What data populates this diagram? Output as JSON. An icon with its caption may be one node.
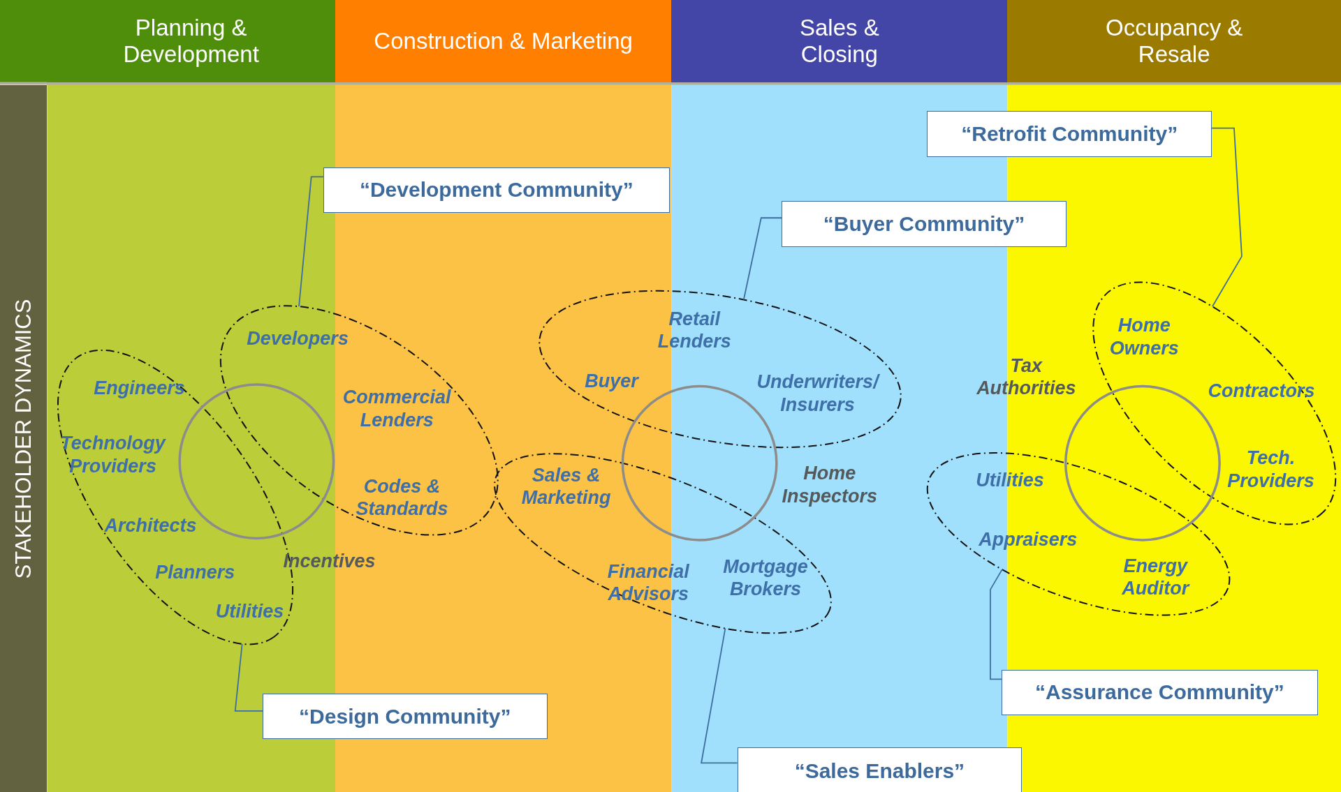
{
  "diagram": {
    "nodes": [
      {
        "text": [
          "Planning & Development"
        ]
      },
      {
        "text": [
          "Construction & Marketing"
        ]
      },
      {
        "text": [
          "Sales & Closing"
        ]
      },
      {
        "text": [
          "Occupancy & Resale"
        ]
      },
      {
        "text": [
          "STAKEHOLDER DYNAMICS"
        ]
      },
      {
        "text": [
          "“Development Community”"
        ]
      },
      {
        "text": [
          "“Retrofit Community”"
        ]
      },
      {
        "text": [
          "“Buyer Community”"
        ]
      },
      {
        "text": [
          "“Design Community”"
        ]
      },
      {
        "text": [
          "“Assurance Community”"
        ]
      },
      {
        "text": [
          "“Sales Enablers”"
        ]
      },
      {
        "text": [],
        "shape": "ellipse"
      },
      {
        "text": [],
        "shape": "ellipse"
      },
      {
        "text": [],
        "shape": "ellipse"
      },
      {
        "text": [],
        "shape": "ellipse"
      },
      {
        "text": [],
        "shape": "ellipse"
      },
      {
        "text": [],
        "shape": "ellipse"
      },
      {
        "text": [],
        "shape": "circle"
      },
      {
        "text": [],
        "shape": "circle"
      },
      {
        "text": [],
        "shape": "circle"
      }
    ],
    "edges": [
      {
        "from": 5,
        "to": 12,
        "arrow": "none"
      },
      {
        "from": 8,
        "to": 11,
        "arrow": "none"
      },
      {
        "from": 7,
        "to": 13,
        "arrow": "none"
      },
      {
        "from": 10,
        "to": 14,
        "arrow": "none"
      },
      {
        "from": 6,
        "to": 16,
        "arrow": "none"
      },
      {
        "from": 9,
        "to": 15,
        "arrow": "none"
      }
    ],
    "labels": [
      "Developers",
      "Engineers",
      "Commercial Lenders",
      "Technology Providers",
      "Codes & Standards",
      "Architects",
      "Incentives",
      "Planners",
      "Utilities",
      "Retail Lenders",
      "Buyer",
      "Underwriters/ Insurers",
      "Sales & Marketing",
      "Home Inspectors",
      "Financial Advisors",
      "Mortgage Brokers",
      "Home Owners",
      "Tax Authorities",
      "Contractors",
      "Tech. Providers",
      "Utilities",
      "Appraisers",
      "Energy Auditor"
    ]
  }
}
